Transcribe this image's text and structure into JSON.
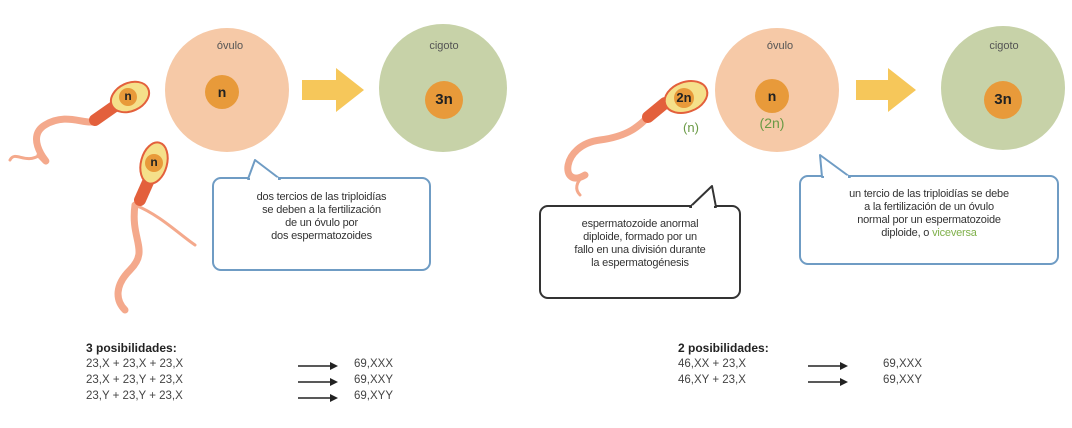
{
  "colors": {
    "ovum": "#f6c9a7",
    "zygote": "#c7d2a8",
    "nucleus": "#e89a3a",
    "arrow": "#f6c75a",
    "sperm_body": "#f4a98c",
    "sperm_mid": "#e3603c",
    "sperm_head": "#f5e08a",
    "callout_border": "#6f9cc4",
    "callout_border_dark": "#333333",
    "green_text": "#7fb04a"
  },
  "left": {
    "ovum_label": "óvulo",
    "ovum_nucleus": "n",
    "zygote_label": "cigoto",
    "zygote_nucleus": "3n",
    "sperm1_nucleus": "n",
    "sperm2_nucleus": "n",
    "callout": {
      "line1": "dos tercios de las triploidías",
      "line2": "se deben a la fertilización",
      "line3": "de un óvulo por",
      "line4": "dos espermatozoides"
    },
    "possibilities": {
      "title": "3 posibilidades:",
      "rows": [
        {
          "equation": "23,X  +  23,X  +  23,X",
          "result": "69,XXX"
        },
        {
          "equation": "23,X  +  23,Y  +  23,X",
          "result": "69,XXY"
        },
        {
          "equation": "23,Y  +  23,Y  +  23,X",
          "result": "69,XYY"
        }
      ]
    }
  },
  "right": {
    "ovum_label": "óvulo",
    "ovum_nucleus": "n",
    "ovum_alt": "(2n)",
    "zygote_label": "cigoto",
    "zygote_nucleus": "3n",
    "sperm_nucleus": "2n",
    "sperm_alt": "(n)",
    "callout_sperm": {
      "line1": "espermatozoide anormal",
      "line2": "diploide, formado por un",
      "line3": "fallo en una división durante",
      "line4": "la espermatogénesis"
    },
    "callout_ovum": {
      "line1": "un tercio de las triploidías se debe",
      "line2": "a la fertilización de un óvulo",
      "line3": "normal por un espermatozoide",
      "line4_prefix": "diploide, o",
      "line4_green": "viceversa"
    },
    "possibilities": {
      "title": "2 posibilidades:",
      "rows": [
        {
          "equation": "46,XX  +  23,X",
          "result": "69,XXX"
        },
        {
          "equation": "46,XY  +  23,X",
          "result": "69,XXY"
        }
      ]
    }
  }
}
